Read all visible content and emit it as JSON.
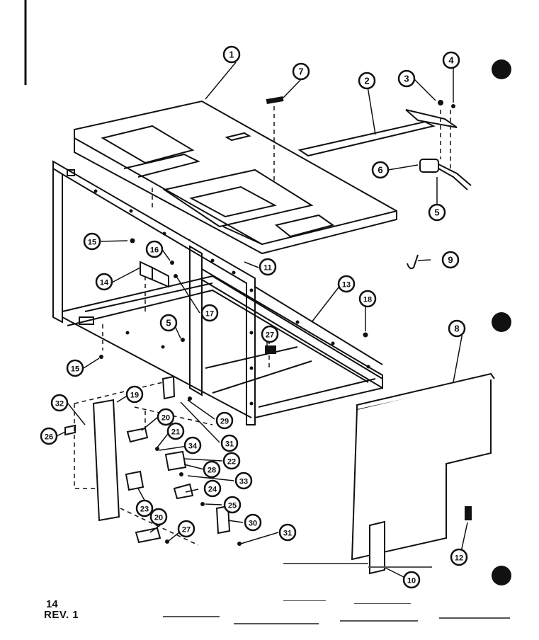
{
  "page_number": "14",
  "revision": "REV. 1",
  "callouts": [
    {
      "label": "1"
    },
    {
      "label": "7"
    },
    {
      "label": "2"
    },
    {
      "label": "3"
    },
    {
      "label": "4"
    },
    {
      "label": "6"
    },
    {
      "label": "5"
    },
    {
      "label": "9"
    },
    {
      "label": "15"
    },
    {
      "label": "16"
    },
    {
      "label": "11"
    },
    {
      "label": "14"
    },
    {
      "label": "17"
    },
    {
      "label": "13"
    },
    {
      "label": "18"
    },
    {
      "label": "5"
    },
    {
      "label": "27"
    },
    {
      "label": "15"
    },
    {
      "label": "8"
    },
    {
      "label": "32"
    },
    {
      "label": "19"
    },
    {
      "label": "29"
    },
    {
      "label": "26"
    },
    {
      "label": "20"
    },
    {
      "label": "21"
    },
    {
      "label": "31"
    },
    {
      "label": "34"
    },
    {
      "label": "22"
    },
    {
      "label": "28"
    },
    {
      "label": "33"
    },
    {
      "label": "23"
    },
    {
      "label": "24"
    },
    {
      "label": "25"
    },
    {
      "label": "30"
    },
    {
      "label": "20"
    },
    {
      "label": "27"
    },
    {
      "label": "31"
    },
    {
      "label": "12"
    },
    {
      "label": "10"
    }
  ],
  "colors": {
    "ink": "#111111",
    "paper": "#ffffff",
    "speck": "#555555"
  }
}
